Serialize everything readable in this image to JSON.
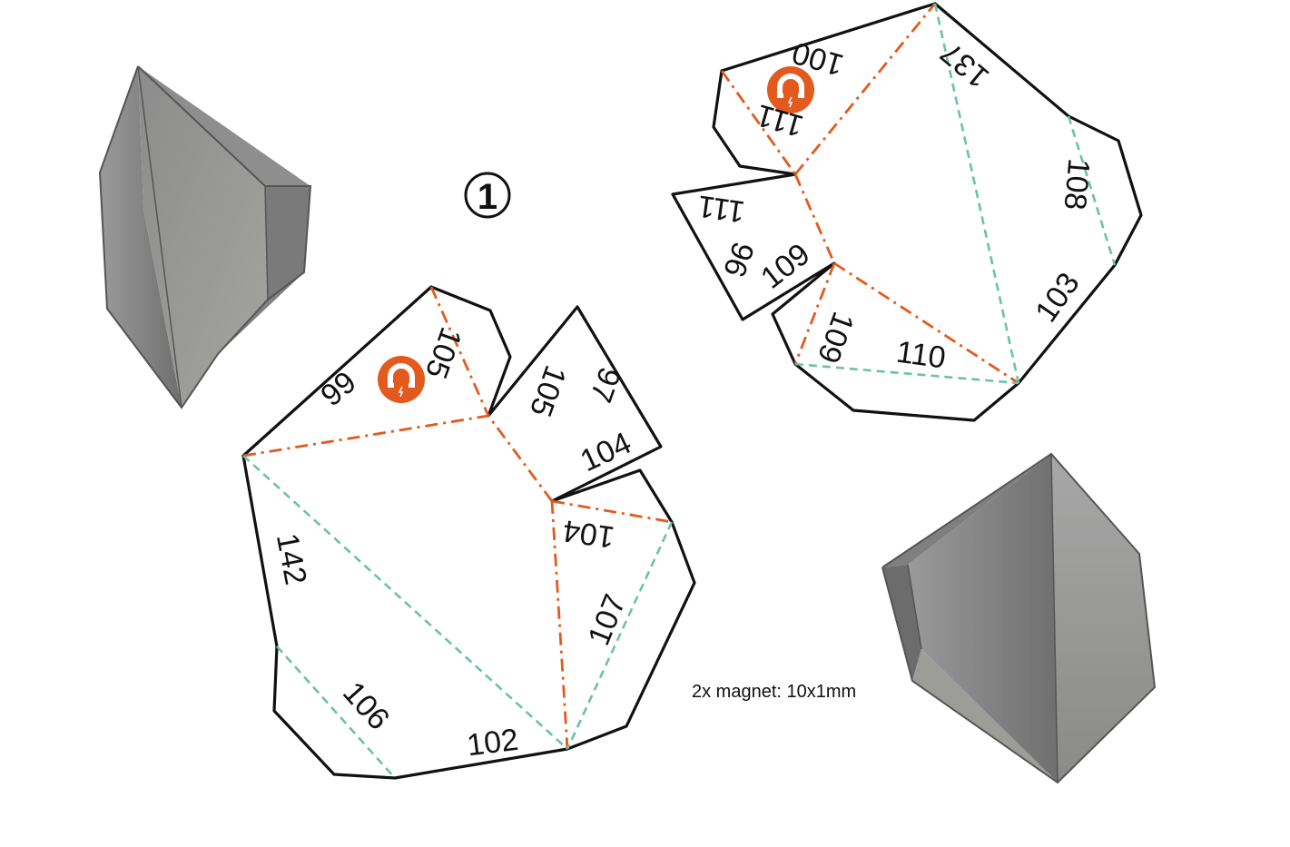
{
  "step_marker": "1",
  "magnet_note": "2x magnet: 10x1mm",
  "colors": {
    "cut_line": "#111111",
    "mountain_fold": "#e35a1e",
    "valley_fold": "#6cc1a9",
    "magnet_icon": "#e35a1e",
    "model_shade": "#8a8a8a"
  },
  "icons": [
    "magnet-icon",
    "magnet-icon",
    "pyramid-model-image",
    "pyramid-model-image"
  ],
  "left_pattern": {
    "labels": [
      "99",
      "105",
      "105",
      "97",
      "104",
      "104",
      "142",
      "107",
      "106",
      "102"
    ]
  },
  "right_pattern": {
    "labels": [
      "100",
      "137",
      "111",
      "111",
      "108",
      "96",
      "109",
      "109",
      "103",
      "110"
    ]
  }
}
